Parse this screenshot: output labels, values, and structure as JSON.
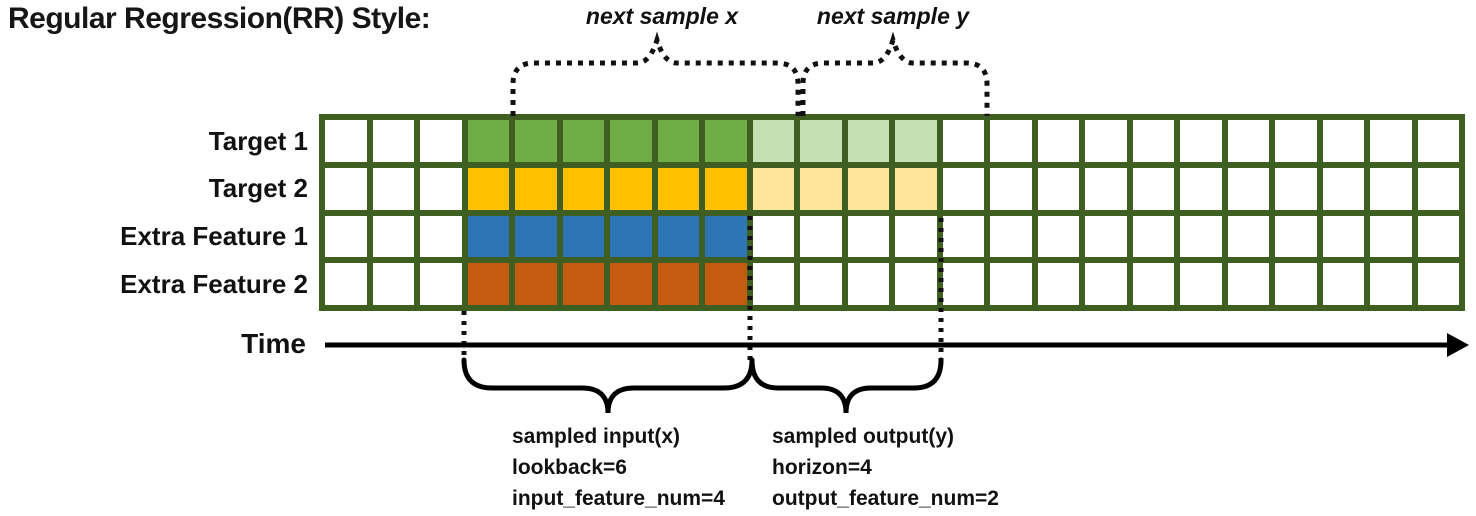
{
  "title": "Regular Regression(RR) Style:",
  "top_braces": {
    "next_x_label": "next sample x",
    "next_y_label": "next sample y"
  },
  "time_axis": {
    "label": "Time"
  },
  "grid": {
    "columns": 24,
    "input_start_col": 3,
    "lookback": 6,
    "horizon": 4,
    "border_color": "#3F5E22",
    "empty_color": "#FFFFFF",
    "rows": [
      {
        "label": "Target 1",
        "input_color": "#70AD47",
        "output_color": "#C6E0B4",
        "has_output": true
      },
      {
        "label": "Target 2",
        "input_color": "#FFC000",
        "output_color": "#FFE699",
        "has_output": true
      },
      {
        "label": "Extra Feature 1",
        "input_color": "#2E75B6",
        "output_color": null,
        "has_output": false
      },
      {
        "label": "Extra Feature 2",
        "input_color": "#C55A11",
        "output_color": null,
        "has_output": false
      }
    ]
  },
  "captions": {
    "input": {
      "line1": "sampled input(x)",
      "line2": "lookback=6",
      "line3": "input_feature_num=4"
    },
    "output": {
      "line1": "sampled output(y)",
      "line2": "horizon=4",
      "line3": "output_feature_num=2"
    }
  }
}
